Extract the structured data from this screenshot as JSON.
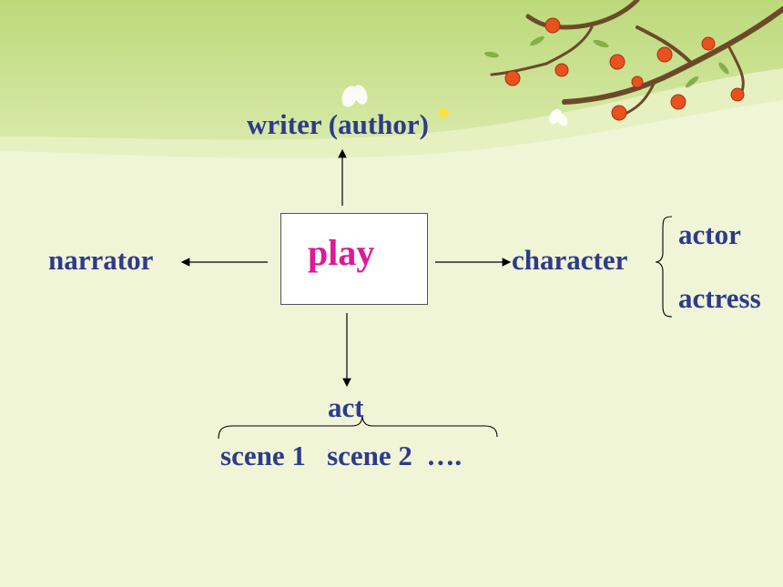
{
  "diagram": {
    "center": "play",
    "top": "writer (author)",
    "left": "narrator",
    "right": "character",
    "right_branches": [
      "actor",
      "actress"
    ],
    "bottom": "act",
    "bottom_branches": "scene 1   scene 2  …."
  },
  "colors": {
    "center_text": "#e0189a",
    "label_text": "#2e3a8c",
    "background": "#f0f5d8",
    "header_band": "#c7e08e"
  }
}
